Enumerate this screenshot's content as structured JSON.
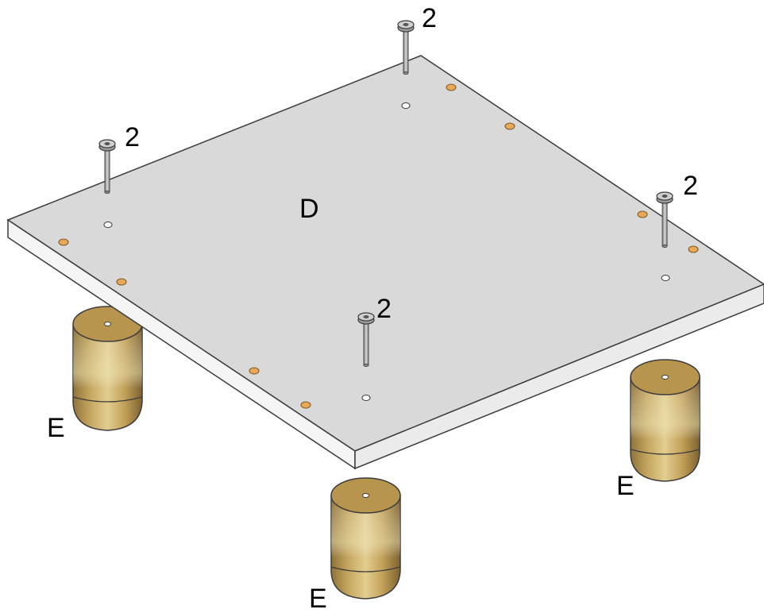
{
  "diagram": {
    "panel_label": "D",
    "foot_labels": [
      "E",
      "E",
      "E"
    ],
    "screw_labels": [
      "2",
      "2",
      "2",
      "2"
    ]
  },
  "colors": {
    "panel_top": "#d8d8d8",
    "panel_edge_front": "#f4f4f4",
    "panel_edge_side": "#e9e9e9",
    "outline": "#3c3c3c",
    "foot_gold": "#c9a45c",
    "insert_orange": "#e8a857",
    "screw_steel": "#a9a9a9"
  }
}
